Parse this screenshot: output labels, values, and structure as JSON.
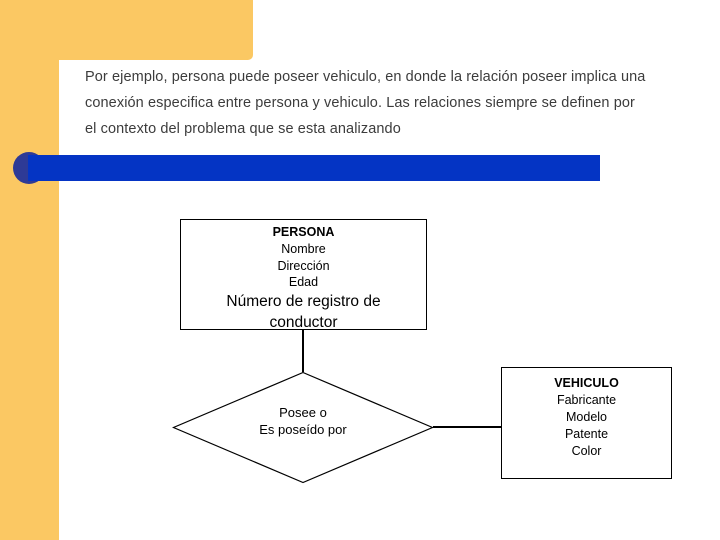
{
  "theme": {
    "accent_yellow": "#FBC863",
    "title_bar_blue": "#0434C4",
    "title_cap_navy": "#2E3A96"
  },
  "slide": {
    "paragraph_lines": [
      "Por ejemplo, persona puede poseer vehiculo, en donde la relación poseer implica una",
      "conexión especifica entre persona y vehiculo. Las relaciones siempre se definen por",
      "el contexto del problema que se esta analizando"
    ]
  },
  "diagram": {
    "persona": {
      "title": "PERSONA",
      "attributes": [
        "Nombre",
        "Dirección",
        "Edad"
      ],
      "attribute_large": "Número de registro de conductor"
    },
    "relationship": {
      "line1": "Posee o",
      "line2": "Es poseído por"
    },
    "vehiculo": {
      "title": "VEHICULO",
      "attributes": [
        "Fabricante",
        "Modelo",
        "Patente",
        "Color"
      ]
    }
  }
}
